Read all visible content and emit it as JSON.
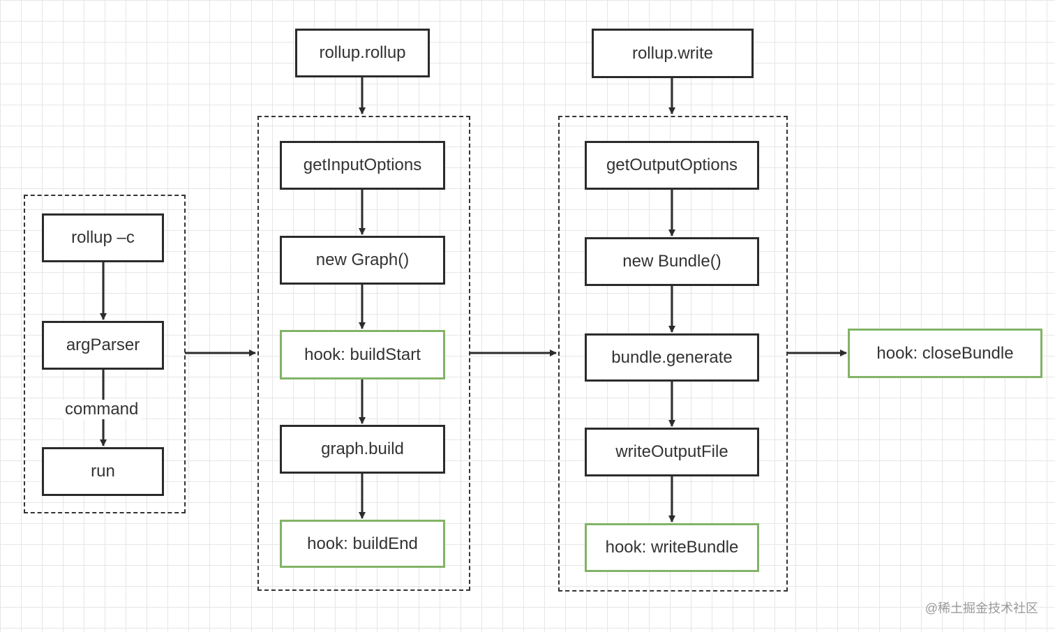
{
  "cli_group": {
    "rollup_c": "rollup –c",
    "argparser": "argParser",
    "command_label": "command",
    "run": "run"
  },
  "rollup_call": "rollup.rollup",
  "rollup_group": {
    "get_input_options": "getInputOptions",
    "new_graph": "new Graph()",
    "build_start": "hook: buildStart",
    "graph_build": "graph.build",
    "build_end": "hook: buildEnd"
  },
  "write_call": "rollup.write",
  "write_group": {
    "get_output_options": "getOutputOptions",
    "new_bundle": "new Bundle()",
    "bundle_generate": "bundle.generate",
    "write_output_file": "writeOutputFile",
    "write_bundle": "hook: writeBundle"
  },
  "close_bundle": "hook: closeBundle",
  "watermark": "@稀土掘金技术社区",
  "colors": {
    "hook_border": "#82b366",
    "box_border": "#2b2b2b",
    "line": "#2b2b2b"
  }
}
